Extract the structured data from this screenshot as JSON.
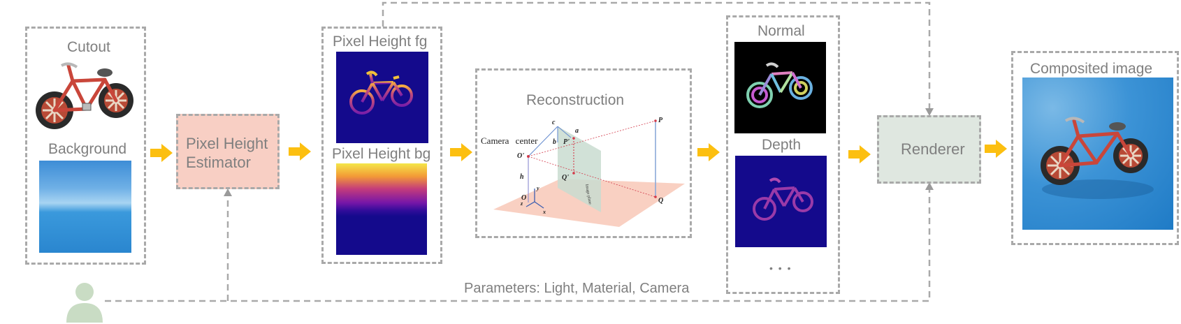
{
  "inputs": {
    "cutout_label": "Cutout",
    "background_label": "Background"
  },
  "estimator": {
    "label_line1": "Pixel Height",
    "label_line2": "Estimator",
    "fill": "#f8cfc4"
  },
  "pixel_height": {
    "fg_label": "Pixel Height fg",
    "bg_label": "Pixel Height bg"
  },
  "reconstruction": {
    "title": "Reconstruction",
    "camera_center": "Camera center",
    "point_labels": {
      "c": "c",
      "a": "a",
      "b": "b",
      "o_prime": "O'",
      "p_prime": "P'",
      "q_prime": "Q'",
      "p": "P",
      "q": "Q",
      "h": "h",
      "o": "O",
      "x": "x",
      "y": "y",
      "z": "z",
      "image_plane": "Image plane"
    }
  },
  "buffers": {
    "normal_label": "Normal",
    "depth_label": "Depth",
    "ellipsis": "• • •"
  },
  "renderer": {
    "label": "Renderer",
    "fill": "#dfe7e0"
  },
  "output": {
    "label": "Composited image"
  },
  "parameters": {
    "label": "Parameters: Light, Material, Camera"
  },
  "colors": {
    "arrow": "#fcbf10",
    "dash": "#a9a9a9",
    "user": "#c9dcc4",
    "pixel_map_dark": "#140a8c"
  }
}
